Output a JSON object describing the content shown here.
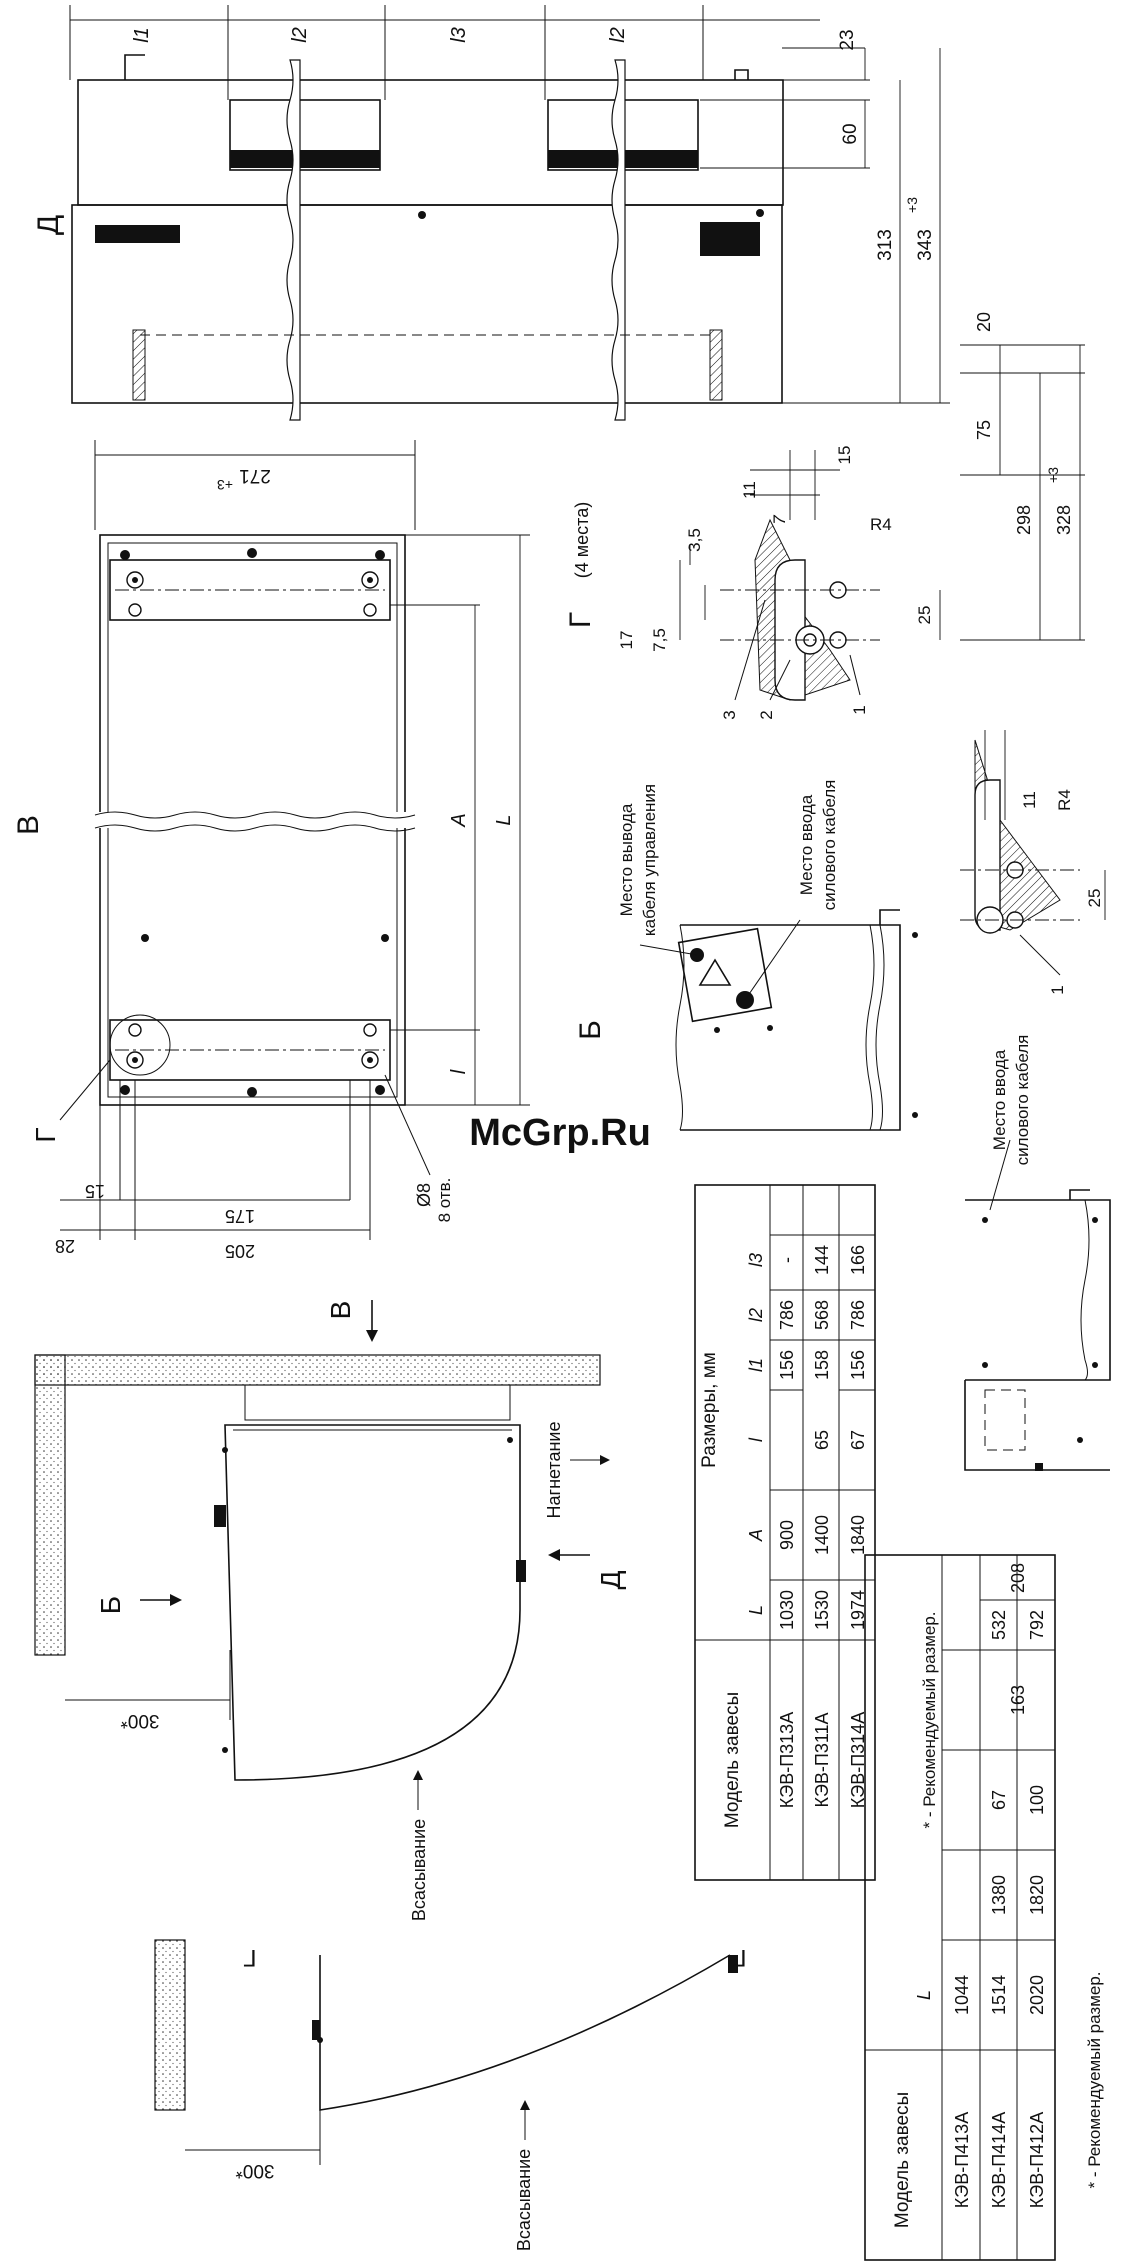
{
  "watermark": "McGrp.Ru",
  "views": {
    "d": {
      "letter": "Д",
      "top_dims": [
        "l1",
        "l2",
        "l3",
        "l2"
      ],
      "right_dims": [
        "23",
        "60",
        "313",
        "343"
      ],
      "dim_343_tol": "+3"
    },
    "v": {
      "letter": "В",
      "width_dim": "271",
      "width_tol": "+3",
      "dims_bottom": [
        "28",
        "15",
        "175",
        "205"
      ],
      "length_dims": [
        "A",
        "L",
        "l"
      ],
      "hole_note_d": "Ø8",
      "hole_note_count": "8 отв.",
      "detail_ref": "Г"
    },
    "g": {
      "letter": "Г",
      "qty": "(4 места)",
      "dims": [
        "3,5",
        "17",
        "7,5",
        "11",
        "7",
        "15",
        "R4",
        "25"
      ],
      "callouts": [
        "3",
        "2",
        "1"
      ]
    },
    "g2": {
      "dims": [
        "20",
        "75",
        "298",
        "328",
        "+3",
        "11",
        "R4",
        "25"
      ],
      "callout": "1"
    },
    "b": {
      "letter": "Б",
      "cable_out_1": "Место вывода",
      "cable_out_2": "кабеля управления",
      "power_in_1": "Место ввода",
      "power_in_2": "силового кабеля"
    },
    "b2": {
      "power_in_1": "Место ввода",
      "power_in_2": "силового кабеля"
    },
    "side": {
      "letter_b": "Б",
      "letter_v": "В",
      "letter_d": "Д",
      "outflow": "Нагнетание",
      "intake": "Всасывание",
      "dim_300": "300*"
    },
    "side2": {
      "intake": "Всасывание",
      "dim_300": "300*",
      "letter_g1": "Г",
      "letter_g2": "Г"
    }
  },
  "table1": {
    "header_model": "Модель завесы",
    "header_group": "Размеры, мм",
    "columns": [
      "L",
      "A",
      "l",
      "l1",
      "l2",
      "l3"
    ],
    "rows": [
      {
        "model": "КЭВ-П313А",
        "L": "1030",
        "A": "900",
        "l1": "156",
        "l2": "786",
        "l3": "-"
      },
      {
        "model": "КЭВ-П311А",
        "L": "1530",
        "A": "1400",
        "l1": "158",
        "l2": "568",
        "l3": "144"
      },
      {
        "model": "КЭВ-П314А",
        "L": "1974",
        "A": "1840",
        "l": "67",
        "l1": "156",
        "l2": "786",
        "l3": "166"
      }
    ],
    "l_merged": "65",
    "note": "* - Рекомендуемый размер."
  },
  "table2": {
    "header_model": "Модель завесы",
    "header_L": "L",
    "rows": [
      {
        "model": "КЭВ-П413А",
        "L": "1044"
      },
      {
        "model": "КЭВ-П414А",
        "L": "1514",
        "A": "1380",
        "l": "67"
      },
      {
        "model": "КЭВ-П412А",
        "L": "2020",
        "A": "1820",
        "l": "100"
      }
    ],
    "merged_l1": "163",
    "l2_values": [
      "532",
      "792"
    ],
    "merged_l3": "208",
    "note": "* - Рекомендуемый размер."
  },
  "colors": {
    "ink": "#111111",
    "watermark": "#e2252b"
  }
}
